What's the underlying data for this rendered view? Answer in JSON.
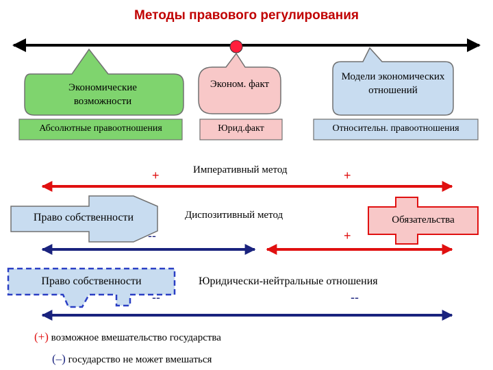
{
  "title": "Методы правового регулирования",
  "top_row": {
    "econ_possibilities": "Экономические возможности",
    "econ_fact": "Эконом. факт",
    "models": "Модели экономических отношений"
  },
  "second_row": {
    "absolute": "Абсолютные правоотношения",
    "legal_fact": "Юрид.факт",
    "relative": "Относительн. правоотношения"
  },
  "imperative": {
    "label": "Императивный метод",
    "plus_left": "+",
    "plus_right": "+"
  },
  "dispositive": {
    "label": "Диспозитивный метод",
    "minus_left": "--",
    "plus_right": "+",
    "property_label": "Право собственности",
    "obligations_label": "Обязательства"
  },
  "neutral": {
    "label": "Юридически-нейтральные отношения",
    "property_label": "Право собственности",
    "minus_left": "--",
    "minus_right": "--"
  },
  "legend": {
    "plus_sign": "(+)",
    "plus_text": "возможное вмешательство государства",
    "minus_sign": "(–)",
    "minus_text": "государство не может вмешаться"
  },
  "colors": {
    "title": "#c00000",
    "red": "#e01010",
    "navy": "#1a237e",
    "green_fill": "#7fd46e",
    "pink_fill": "#f8c8c8",
    "blue_fill": "#c8dcf0",
    "box_border": "#707070",
    "dashed_border": "#2a3fc4"
  }
}
